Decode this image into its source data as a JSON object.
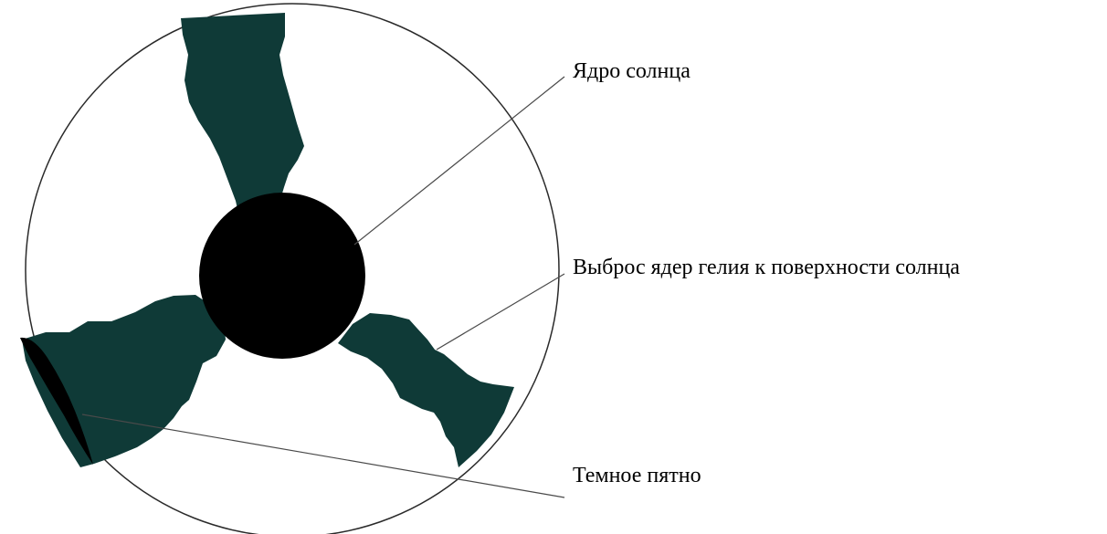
{
  "colors": {
    "background": "#ffffff",
    "sun_outline": "#2a2a2a",
    "ejection_fill": "#0f3a37",
    "core_fill": "#000000",
    "spot_fill": "#000000",
    "leader_line": "#4a4a4a",
    "label_text": "#000000"
  },
  "labels": {
    "core": "Ядро солнца",
    "ejection": "Выброс ядер гелия к поверхности солнца",
    "spot": "Темное пятно"
  }
}
